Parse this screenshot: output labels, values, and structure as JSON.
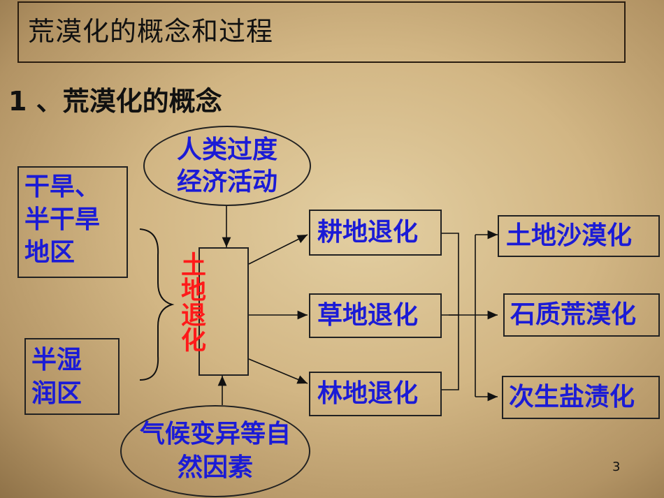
{
  "slide": {
    "title": "荒漠化的概念和过程",
    "heading": "1 、荒漠化的概念",
    "page_number": "3"
  },
  "nodes": {
    "arid": "干旱、\n半干旱\n地区",
    "semi_humid": "半湿\n润区",
    "human": "人类过度\n经济活动",
    "climate": "气候变异等自\n然因素",
    "land_degradation": "土地退化",
    "farmland": "耕地退化",
    "grassland": "草地退化",
    "forestland": "林地退化",
    "sandy": "土地沙漠化",
    "rocky": "石质荒漠化",
    "salinization": "次生盐渍化"
  },
  "colors": {
    "node_text": "#1b1bd6",
    "central_text": "#ff1a1a"
  }
}
